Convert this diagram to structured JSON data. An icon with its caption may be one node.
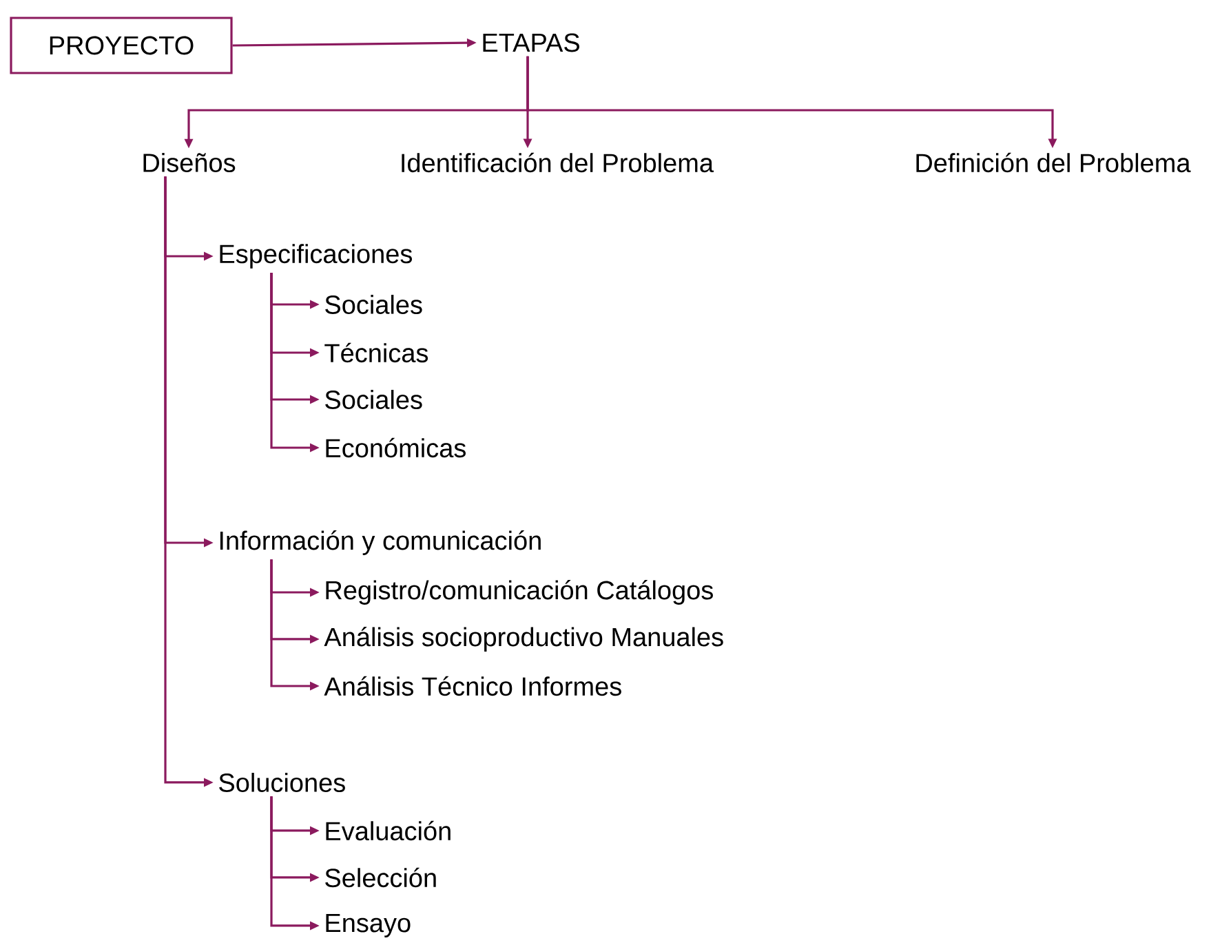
{
  "diagram": {
    "nodes": [
      {
        "text": [
          "PROYECTO"
        ]
      },
      {
        "text": [
          "ETAPAS"
        ]
      },
      {
        "text": [
          "Diseños"
        ]
      },
      {
        "text": [
          "Identificación del Problema"
        ]
      },
      {
        "text": [
          "Definición del Problema"
        ]
      },
      {
        "text": [
          "Especificaciones"
        ]
      },
      {
        "text": [
          "Sociales"
        ]
      },
      {
        "text": [
          "Técnicas"
        ]
      },
      {
        "text": [
          "Sociales"
        ]
      },
      {
        "text": [
          "Económicas"
        ]
      },
      {
        "text": [
          "Información y comunicación"
        ]
      },
      {
        "text": [
          "Registro/comunicación Catálogos"
        ]
      },
      {
        "text": [
          "Análisis socioproductivo Manuales"
        ]
      },
      {
        "text": [
          "Análisis Técnico Informes"
        ]
      },
      {
        "text": [
          "Soluciones"
        ]
      },
      {
        "text": [
          "Evaluación"
        ]
      },
      {
        "text": [
          "Selección"
        ]
      },
      {
        "text": [
          "Ensayo"
        ]
      }
    ],
    "edges": [
      {
        "from": 0,
        "to": 1,
        "arrow": "to"
      },
      {
        "from": 1,
        "to": 2,
        "arrow": "to"
      },
      {
        "from": 1,
        "to": 3,
        "arrow": "to"
      },
      {
        "from": 1,
        "to": 4,
        "arrow": "to"
      },
      {
        "from": 2,
        "to": 5,
        "arrow": "to"
      },
      {
        "from": 2,
        "to": 10,
        "arrow": "to"
      },
      {
        "from": 2,
        "to": 14,
        "arrow": "to"
      },
      {
        "from": 5,
        "to": 6,
        "arrow": "to"
      },
      {
        "from": 5,
        "to": 7,
        "arrow": "to"
      },
      {
        "from": 5,
        "to": 8,
        "arrow": "to"
      },
      {
        "from": 5,
        "to": 9,
        "arrow": "to"
      },
      {
        "from": 10,
        "to": 11,
        "arrow": "to"
      },
      {
        "from": 10,
        "to": 12,
        "arrow": "to"
      },
      {
        "from": 10,
        "to": 13,
        "arrow": "to"
      },
      {
        "from": 14,
        "to": 15,
        "arrow": "to"
      },
      {
        "from": 14,
        "to": 16,
        "arrow": "to"
      },
      {
        "from": 14,
        "to": 17,
        "arrow": "to"
      }
    ]
  }
}
